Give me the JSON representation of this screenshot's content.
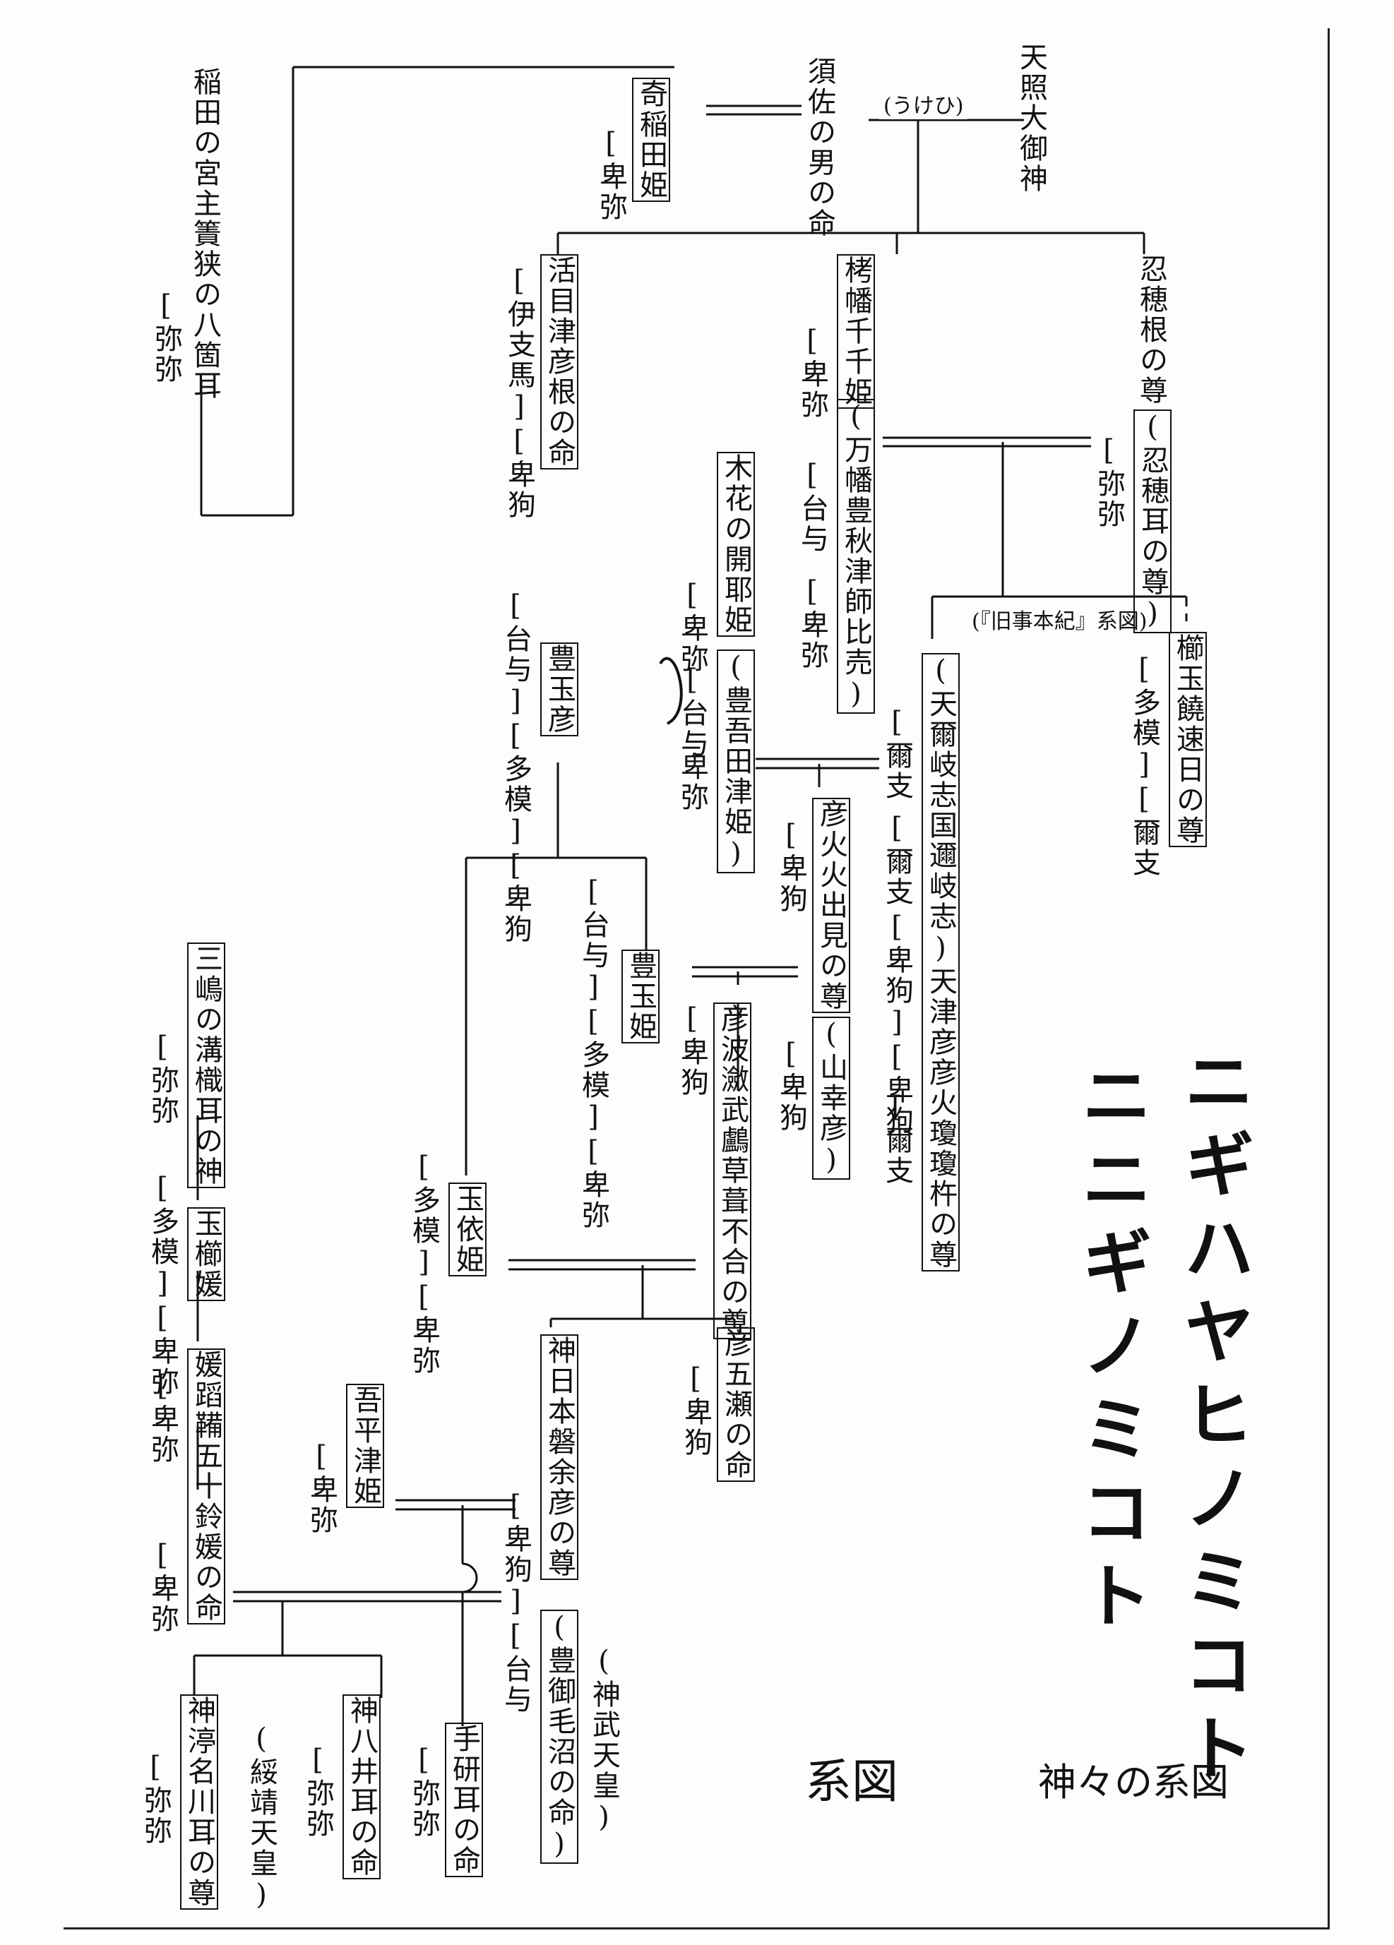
{
  "nodes": [
    {
      "id": "amaterasu",
      "text": "天照大御神"
    },
    {
      "id": "susanoo",
      "text": "須佐の男の命"
    },
    {
      "id": "kushiinada",
      "text": "奇稲田姫"
    },
    {
      "id": "kushiinada_t1",
      "text": "[卑弥"
    },
    {
      "id": "inada",
      "text": "稲田の宮主簀狭の八箇耳"
    },
    {
      "id": "inada_t1",
      "text": "[弥弥"
    },
    {
      "id": "oshihone",
      "text": "忍穂根の尊"
    },
    {
      "id": "oshihone_alt",
      "text": "(忍穂耳の尊)"
    },
    {
      "id": "oshihone_t1",
      "text": "[弥弥"
    },
    {
      "id": "takuhata",
      "text": "栲幡千千姫"
    },
    {
      "id": "takuhata_alt",
      "text": "(万幡豊秋津師比売)"
    },
    {
      "id": "takuhata_t1",
      "text": "[卑弥"
    },
    {
      "id": "takuhata_t2",
      "text": "[台与"
    },
    {
      "id": "takuhata_t3",
      "text": "[卑弥"
    },
    {
      "id": "ikume",
      "text": "活目津彦根の命"
    },
    {
      "id": "ikume_t1",
      "text": "[伊支馬][卑狗"
    },
    {
      "id": "kushitama",
      "text": "櫛玉饒速日の尊"
    },
    {
      "id": "kushitama_t1",
      "text": "[多模][爾支"
    },
    {
      "id": "ame",
      "text": "(天爾岐志国邇岐志)天津彦彦火瓊瓊杵の尊"
    },
    {
      "id": "ame_t1",
      "text": "[爾支"
    },
    {
      "id": "ame_t2",
      "text": "[爾支"
    },
    {
      "id": "ame_t3",
      "text": "[卑狗][卑狗"
    },
    {
      "id": "ame_t4",
      "text": "[爾支"
    },
    {
      "id": "konohana",
      "text": "木花の開耶姫"
    },
    {
      "id": "konohana_alt",
      "text": "(豊吾田津姫)"
    },
    {
      "id": "konohana_t1",
      "text": "[卑弥"
    },
    {
      "id": "konohana_t2",
      "text": "[台与"
    },
    {
      "id": "konohana_t3",
      "text": "卑弥"
    },
    {
      "id": "toyotamahiko",
      "text": "豊玉彦"
    },
    {
      "id": "toyotamahiko_t1",
      "text": "[台与][多模][卑狗"
    },
    {
      "id": "hikohoho",
      "text": "彦火火出見の尊"
    },
    {
      "id": "hikohoho_alt",
      "text": "(山幸彦)"
    },
    {
      "id": "hikohoho_t1",
      "text": "[卑狗"
    },
    {
      "id": "hikohoho_t2",
      "text": "[卑狗"
    },
    {
      "id": "toyotamahime",
      "text": "豊玉姫"
    },
    {
      "id": "toyotamahime_t1",
      "text": "[台与][多模][卑弥"
    },
    {
      "id": "nagisa",
      "text": "彦波瀲武鸕草葺不合の尊"
    },
    {
      "id": "nagisa_t1",
      "text": "[卑狗"
    },
    {
      "id": "tamayori",
      "text": "玉依姫"
    },
    {
      "id": "tamayori_t1",
      "text": "[多模][卑弥"
    },
    {
      "id": "itsuse",
      "text": "彦五瀬の命"
    },
    {
      "id": "itsuse_t1",
      "text": "[卑狗"
    },
    {
      "id": "jimmu",
      "text": "神日本磐余彦の尊"
    },
    {
      "id": "jimmu_alt",
      "text": "(豊御毛沼の命)"
    },
    {
      "id": "jimmu_t1",
      "text": "[卑狗][台与"
    },
    {
      "id": "jimmu_tenno",
      "text": "(神武天皇)"
    },
    {
      "id": "ahiratsu",
      "text": "吾平津姫"
    },
    {
      "id": "ahiratsu_t1",
      "text": "[卑弥"
    },
    {
      "id": "mishima",
      "text": "三嶋の溝樴耳の神"
    },
    {
      "id": "mishima_t1",
      "text": "[弥弥"
    },
    {
      "id": "tamakushi",
      "text": "玉櫛媛"
    },
    {
      "id": "tamakushi_t1",
      "text": "[多模][卑弥"
    },
    {
      "id": "himetatara",
      "text": "媛蹈鞴五十鈴媛の命"
    },
    {
      "id": "himetatara_t1",
      "text": "[卑弥"
    },
    {
      "id": "himetatara_t2",
      "text": "[卑弥"
    },
    {
      "id": "tagishi",
      "text": "手研耳の命"
    },
    {
      "id": "tagishi_t1",
      "text": "[弥弥"
    },
    {
      "id": "kamuyai",
      "text": "神八井耳の命"
    },
    {
      "id": "kamuyai_t1",
      "text": "[弥弥"
    },
    {
      "id": "kamununa",
      "text": "神渟名川耳の尊"
    },
    {
      "id": "kamununa_alt",
      "text": "(綏靖天皇)"
    },
    {
      "id": "kamununa_t1",
      "text": "[弥弥"
    }
  ],
  "labels": {
    "ukehi": "(うけひ)",
    "kujiki": "(『旧事本紀』系図)"
  },
  "handwriting": {
    "line1": "ニギハヤヒノミコト",
    "line2": "ニニギノミコト"
  },
  "titles": {
    "small": "系図",
    "main": "神々の系図"
  }
}
